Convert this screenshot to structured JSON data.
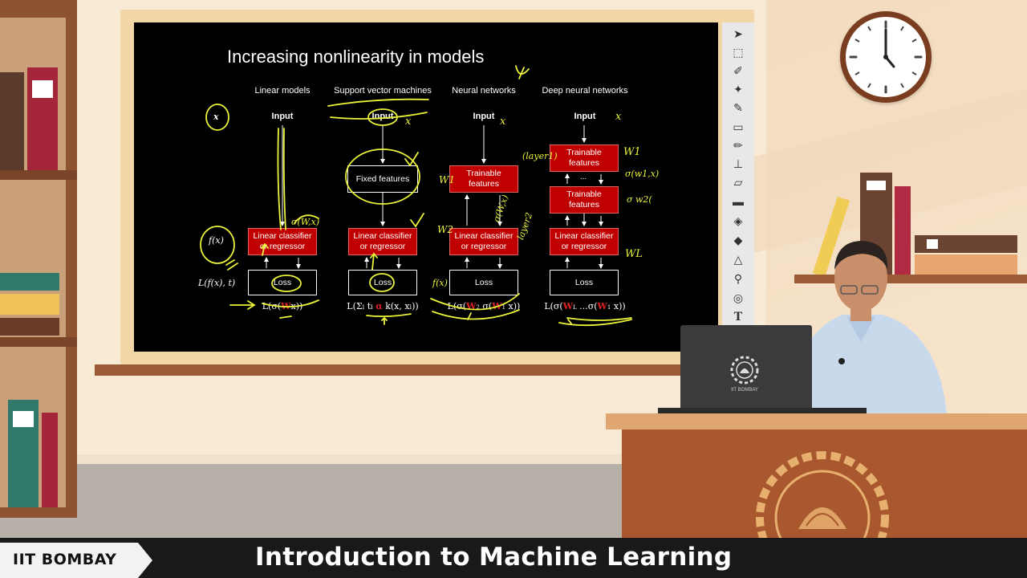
{
  "slide": {
    "title": "Increasing nonlinearity in models",
    "columns": [
      {
        "heading": "Linear models",
        "input": "Input",
        "classifier": "Linear classifier\nor regressor",
        "loss": "Loss"
      },
      {
        "heading": "Support vector machines",
        "input": "Input",
        "features": "Fixed features",
        "classifier": "Linear classifier\nor regressor",
        "loss": "Loss"
      },
      {
        "heading": "Neural networks",
        "input": "Input",
        "features": "Trainable\nfeatures",
        "classifier": "Linear classifier\nor regressor",
        "loss": "Loss"
      },
      {
        "heading": "Deep neural networks",
        "input": "Input",
        "features1": "Trainable\nfeatures",
        "ellipsis": "...",
        "features2": "Trainable\nfeatures",
        "classifier": "Linear classifier\nor regressor",
        "loss": "Loss"
      }
    ],
    "side_labels": {
      "x": "x",
      "fx": "f(x)",
      "loss_fn": "L(f(x), t)"
    },
    "formulas": {
      "linear": {
        "pre": "L(σ(",
        "w": "W",
        "post": "x))"
      },
      "svm": {
        "pre": "L(Σ",
        "mid": "t",
        "w": "α",
        "post": "k(x, x",
        "end": "))"
      },
      "nn": {
        "pre": "L(σ(",
        "w1": "W",
        "mid": "σ(",
        "w2": "W",
        "post": "x))"
      },
      "dnn": {
        "pre": "L(σ(",
        "w1": "W",
        "mid": "...σ(",
        "w2": "W",
        "post": "x))"
      }
    }
  },
  "palette": {
    "tools": [
      "move-tool",
      "marquee-tool",
      "lasso-tool",
      "magic-wand-tool",
      "eyedropper-tool",
      "ruler-tool",
      "brush-tool",
      "stamp-tool",
      "eraser-tool",
      "gradient-tool",
      "bucket-tool",
      "drop-tool",
      "triangle-tool",
      "zoom-tool",
      "pen-tool",
      "text-tool"
    ],
    "text_tool_glyph": "T"
  },
  "laptop_logo": "IIT BOMBAY",
  "footer": {
    "brand": "IIT BOMBAY",
    "course_title": "Introduction to Machine Learning"
  },
  "colors": {
    "slide_bg": "#000000",
    "red_box": "#c00000",
    "annotation": "#ecf43a",
    "footer_bg": "#191919"
  }
}
